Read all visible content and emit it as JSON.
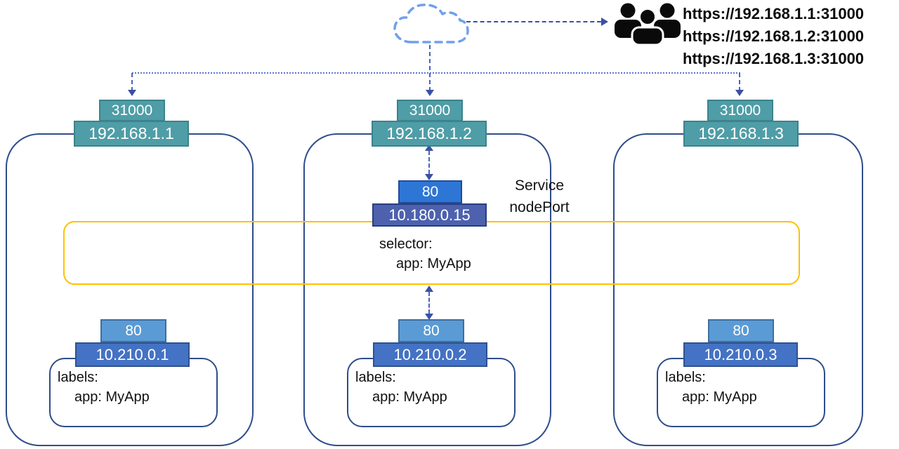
{
  "diagram": {
    "users": {
      "url1": "https://192.168.1.1:31000",
      "url2": "https://192.168.1.2:31000",
      "url3": "https://192.168.1.3:31000"
    },
    "service_label": {
      "line1": "Service",
      "line2": "nodePort"
    },
    "service": {
      "port": "80",
      "ip": "10.180.0.15",
      "selector_title": "selector:",
      "selector_value": "app: MyApp"
    },
    "nodes": [
      {
        "port": "31000",
        "ip": "192.168.1.1",
        "pod": {
          "port": "80",
          "ip": "10.210.0.1",
          "labels_title": "labels:",
          "labels_value": "app: MyApp"
        }
      },
      {
        "port": "31000",
        "ip": "192.168.1.2",
        "pod": {
          "port": "80",
          "ip": "10.210.0.2",
          "labels_title": "labels:",
          "labels_value": "app: MyApp"
        }
      },
      {
        "port": "31000",
        "ip": "192.168.1.3",
        "pod": {
          "port": "80",
          "ip": "10.210.0.3",
          "labels_title": "labels:",
          "labels_value": "app: MyApp"
        }
      }
    ],
    "colors": {
      "node_border": "#2F4C8A",
      "node_port_badge": "#4F9DA6",
      "service_port_badge": "#2E76D6",
      "service_ip_badge": "#4D61AE",
      "pod_port_badge": "#5B9BD5",
      "pod_ip_badge": "#4472C4",
      "selector_band": "#FFC000",
      "arrow": "#3950A5",
      "cloud": "#6FA0EC"
    }
  }
}
